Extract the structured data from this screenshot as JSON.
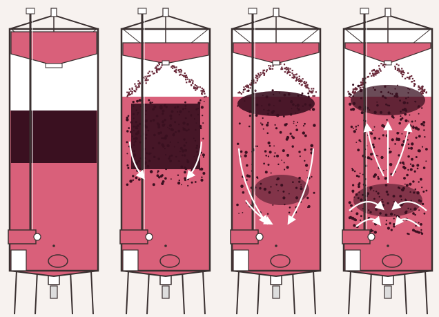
{
  "colors": {
    "background": "#f7f2ef",
    "must": "#d9607a",
    "cap": "#3a1020",
    "outline": "#3a3030",
    "flow_arrow": "#ffffff",
    "spray": "#6a2a3a"
  },
  "tanks": [
    {
      "stage": 1,
      "spray": false,
      "cap": "solid-layer",
      "arrows": "none"
    },
    {
      "stage": 2,
      "spray": true,
      "cap": "breaking-up",
      "arrows": "downward-sides"
    },
    {
      "stage": 3,
      "spray": true,
      "cap": "dispersing",
      "arrows": "downward-converging"
    },
    {
      "stage": 4,
      "spray": true,
      "cap": "fully-mixed",
      "arrows": "upward-center"
    }
  ]
}
